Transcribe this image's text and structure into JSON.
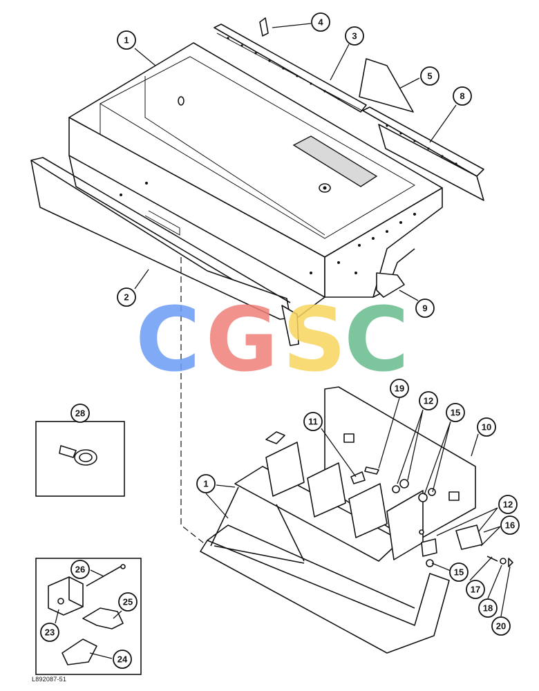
{
  "watermark": {
    "letters": [
      {
        "char": "C",
        "color": "#6b9cf5"
      },
      {
        "char": "G",
        "color": "#f07f78"
      },
      {
        "char": "S",
        "color": "#f7d55e"
      },
      {
        "char": "C",
        "color": "#66bc8d"
      }
    ]
  },
  "callouts": [
    "1",
    "2",
    "3",
    "4",
    "5",
    "8",
    "9",
    "28",
    "11",
    "19",
    "12",
    "15",
    "10",
    "1",
    "12",
    "16",
    "15",
    "17",
    "18",
    "20",
    "26",
    "25",
    "23",
    "24"
  ],
  "drawing_code": "L892087-51"
}
